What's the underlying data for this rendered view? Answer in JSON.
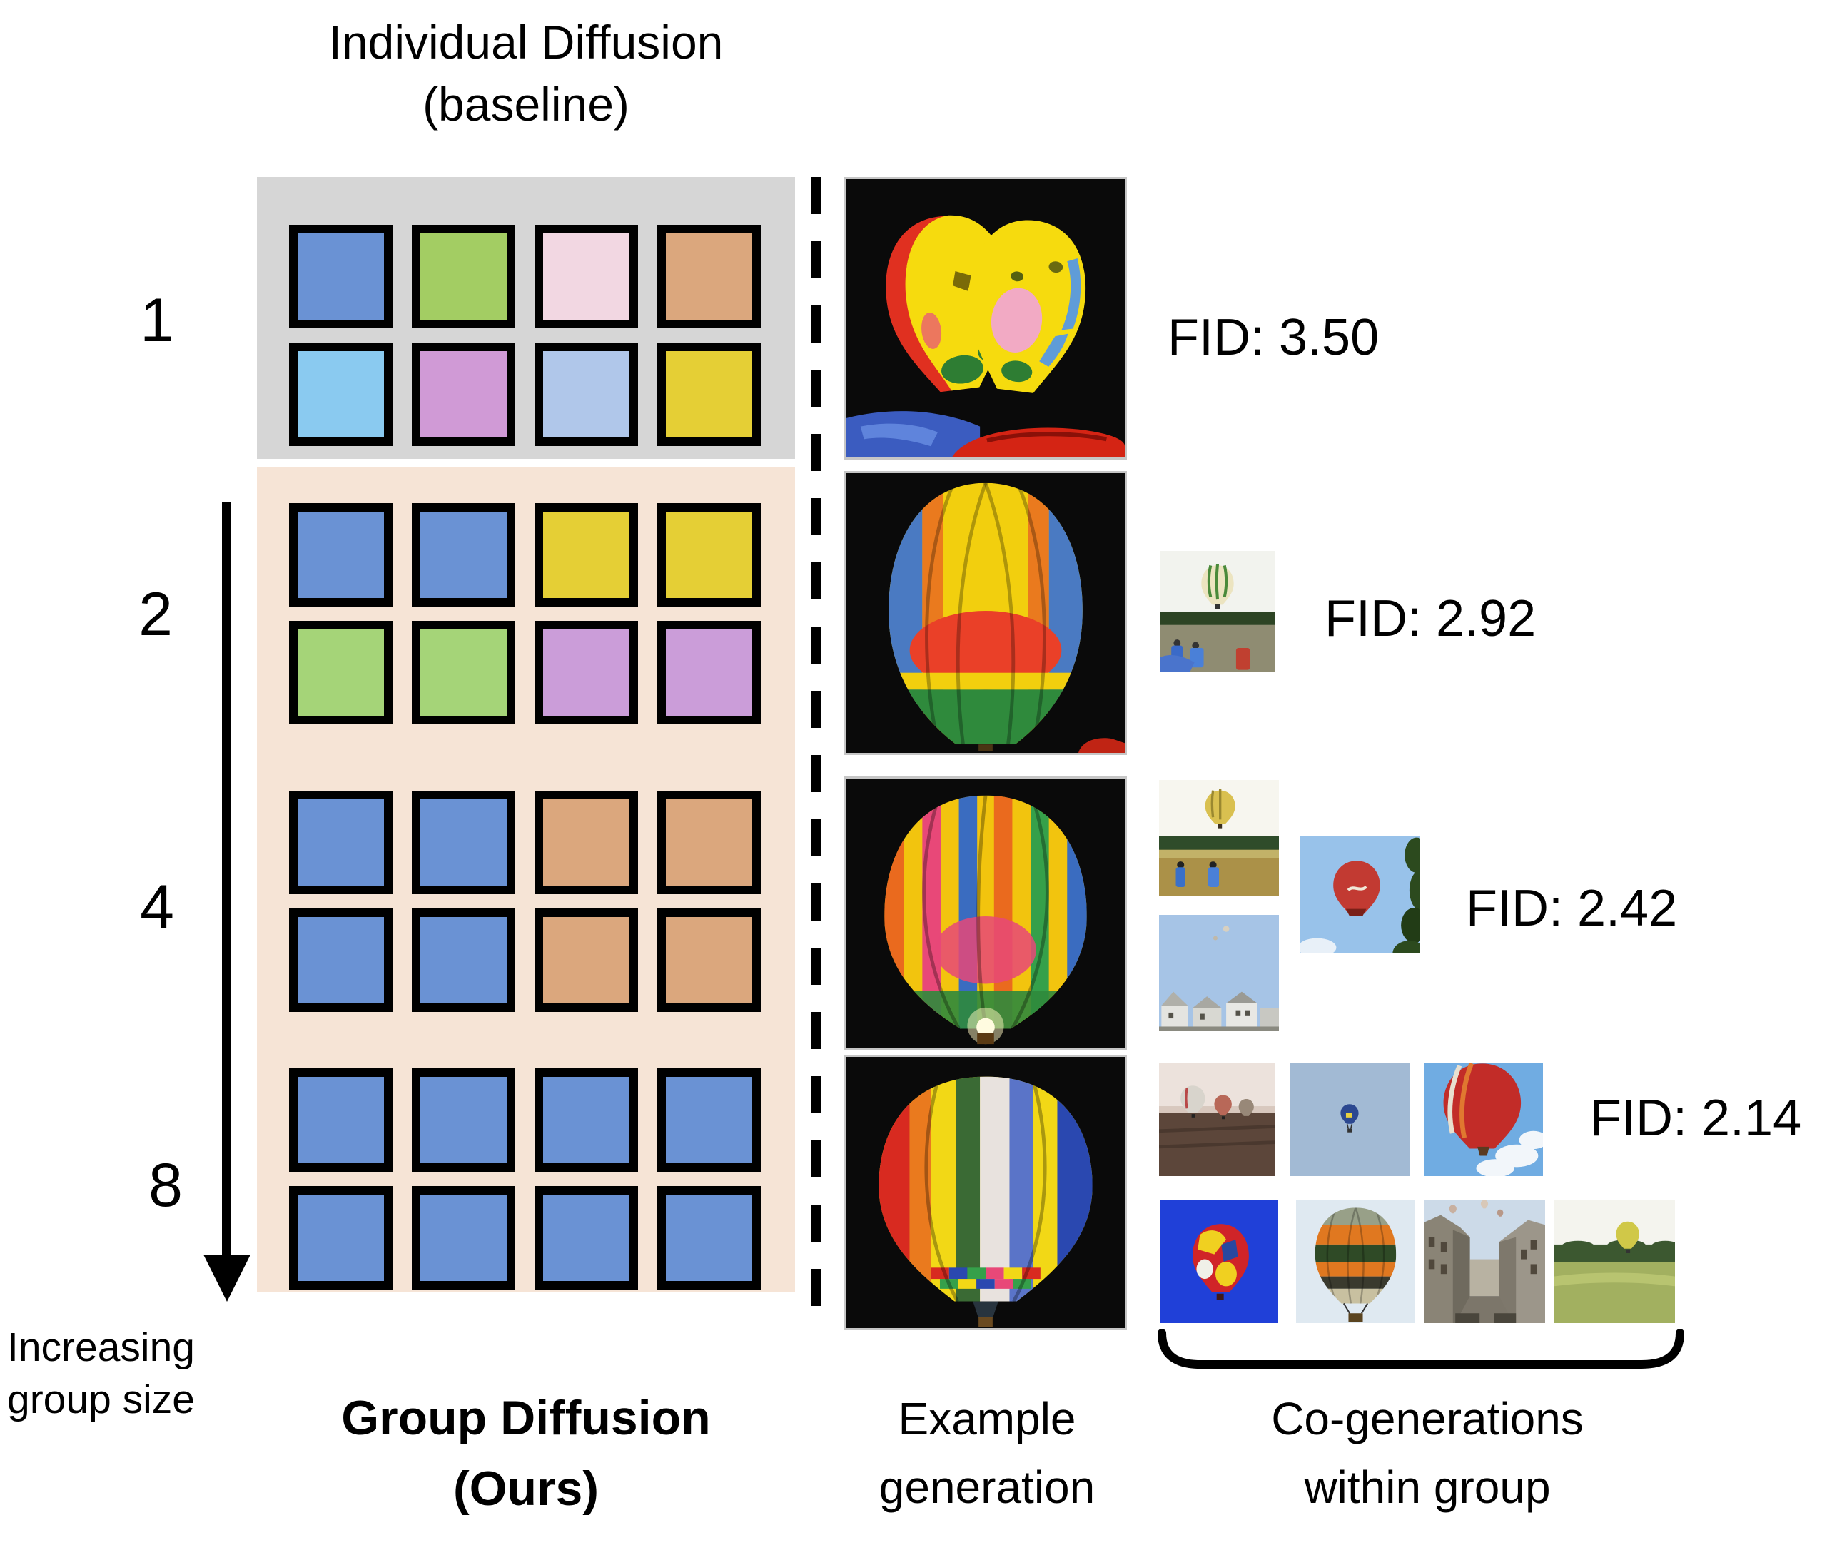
{
  "title": {
    "line1": "Individual Diffusion",
    "line2": "(baseline)"
  },
  "ours_caption": {
    "line1": "Group Diffusion",
    "line2": "(Ours)"
  },
  "arrow_caption": {
    "line1": "Increasing",
    "line2": "group size"
  },
  "example_caption": {
    "line1": "Example",
    "line2": "generation"
  },
  "cogen_caption": {
    "line1": "Co-generations",
    "line2": "within group"
  },
  "group_sizes": [
    "1",
    "2",
    "4",
    "8"
  ],
  "fid_labels": [
    "FID: 3.50",
    "FID: 2.92",
    "FID: 2.42",
    "FID: 2.14"
  ],
  "palette": {
    "blue": "#6a92d4",
    "green": "#a3cd63",
    "pink": "#f2d7e2",
    "salmon": "#dba77d",
    "skyblue": "#8acaf0",
    "orchid": "#d09ad6",
    "paleblue": "#b0c7ea",
    "yellow": "#e5cf35",
    "green2": "#a5d478",
    "orchid2": "#cb9dd9"
  },
  "panels": {
    "baseline_bg": "#d6d6d6",
    "ours_bg": "#f6e4d6"
  },
  "grids": [
    {
      "group": "1",
      "cells": [
        "blue",
        "green",
        "pink",
        "salmon",
        "skyblue",
        "orchid",
        "paleblue",
        "yellow"
      ]
    },
    {
      "group": "2",
      "cells": [
        "blue",
        "blue",
        "yellow",
        "yellow",
        "green2",
        "green2",
        "orchid2",
        "orchid2"
      ]
    },
    {
      "group": "4",
      "cells": [
        "blue",
        "blue",
        "salmon",
        "salmon",
        "blue",
        "blue",
        "salmon",
        "salmon"
      ]
    },
    {
      "group": "8",
      "cells": [
        "blue",
        "blue",
        "blue",
        "blue",
        "blue",
        "blue",
        "blue",
        "blue"
      ]
    }
  ]
}
